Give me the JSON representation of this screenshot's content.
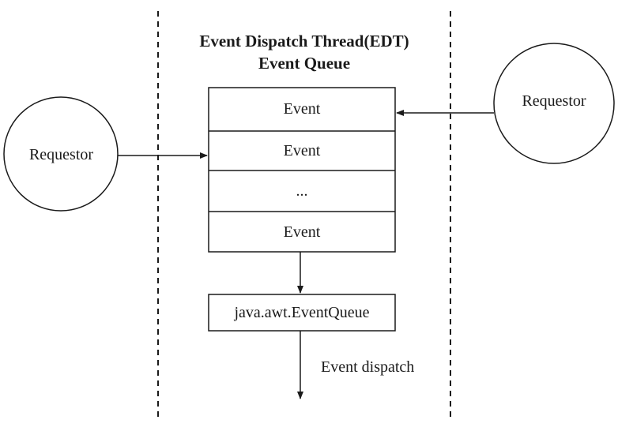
{
  "title": {
    "line1": "Event Dispatch Thread(EDT)",
    "line2": "Event Queue"
  },
  "queue": {
    "cells": [
      "Event",
      "Event",
      "...",
      "Event"
    ]
  },
  "requestors": {
    "left": "Requestor",
    "right": "Requestor"
  },
  "event_queue_class": "java.awt.EventQueue",
  "dispatch_label": "Event dispatch",
  "colors": {
    "stroke": "#1a1a1a",
    "background": "#ffffff"
  }
}
